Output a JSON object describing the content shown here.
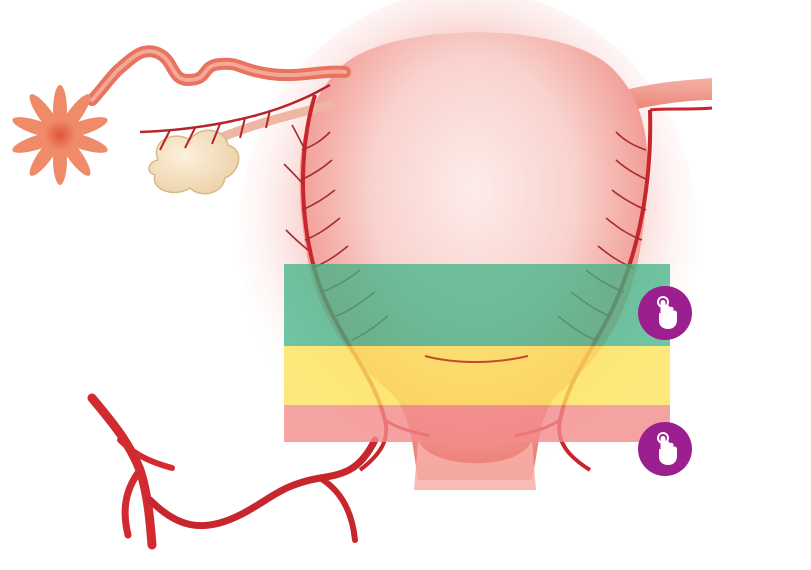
{
  "colors": {
    "background": "#ffffff",
    "uterus_body": "#f2938e",
    "uterus_glow": "#f6b9b4",
    "vessel": "#c7262c",
    "vessel_light": "#e6544f",
    "ovary": "#f4dcb9",
    "ovary_outline": "#d8b98c",
    "fimbria": "#f08b6a",
    "zone_upper": "#3fb386",
    "zone_middle": "#fde35a",
    "zone_lower": "#f28b8b",
    "hotspot": "#9b1f8e",
    "hotspot_icon": "#ffffff"
  },
  "zones": [
    {
      "name": "upper-zone",
      "color": "#3fb386",
      "opacity": 0.75
    },
    {
      "name": "middle-zone",
      "color": "#fde35a",
      "opacity": 0.8
    },
    {
      "name": "lower-zone",
      "color": "#f28b8b",
      "opacity": 0.8
    }
  ],
  "hotspots": [
    {
      "icon": "tap-hand-icon"
    },
    {
      "icon": "tap-hand-icon"
    }
  ]
}
